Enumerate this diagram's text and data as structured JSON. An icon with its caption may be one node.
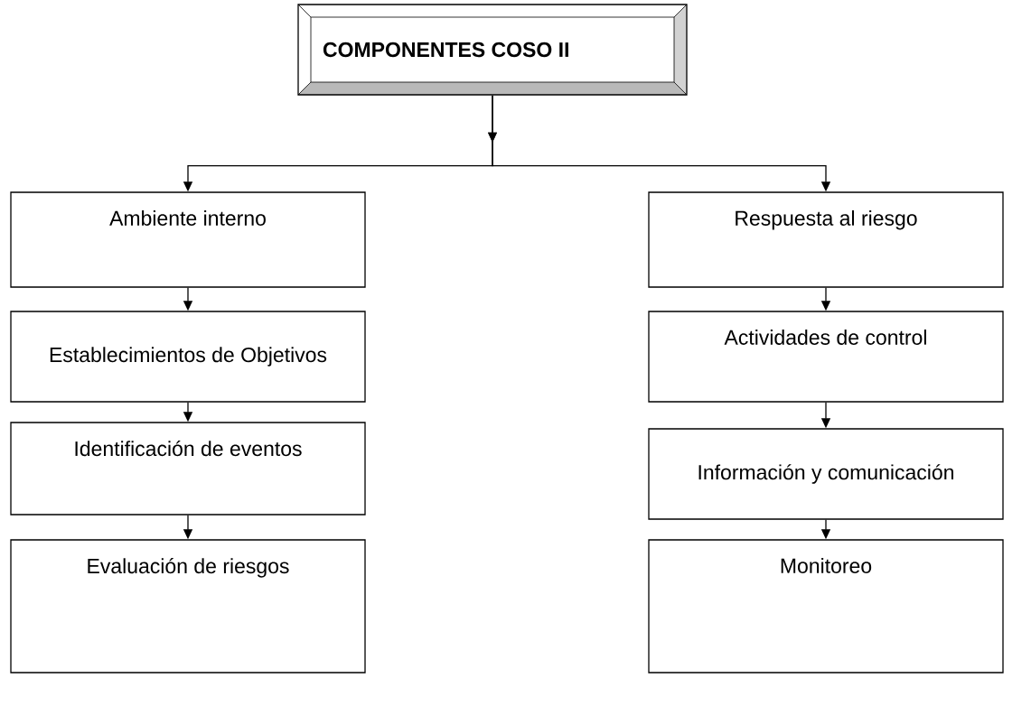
{
  "diagram": {
    "nodes": [
      {
        "text": [
          "COMPONENTES COSO II"
        ]
      },
      {
        "text": [
          "Ambiente interno"
        ]
      },
      {
        "text": [
          "Establecimientos de Objetivos"
        ]
      },
      {
        "text": [
          "Identificación de eventos"
        ]
      },
      {
        "text": [
          "Evaluación de riesgos"
        ]
      },
      {
        "text": [
          "Respuesta al riesgo"
        ]
      },
      {
        "text": [
          "Actividades de control"
        ]
      },
      {
        "text": [
          "Información y comunicación"
        ]
      },
      {
        "text": [
          "Monitoreo"
        ]
      }
    ],
    "edges": [
      {
        "from": 0,
        "to": 1,
        "arrow": "to"
      },
      {
        "from": 0,
        "to": 5,
        "arrow": "to"
      },
      {
        "from": 1,
        "to": 2,
        "arrow": "to"
      },
      {
        "from": 2,
        "to": 3,
        "arrow": "to"
      },
      {
        "from": 3,
        "to": 4,
        "arrow": "to"
      },
      {
        "from": 5,
        "to": 6,
        "arrow": "to"
      },
      {
        "from": 6,
        "to": 7,
        "arrow": "to"
      },
      {
        "from": 7,
        "to": 8,
        "arrow": "to"
      }
    ]
  }
}
